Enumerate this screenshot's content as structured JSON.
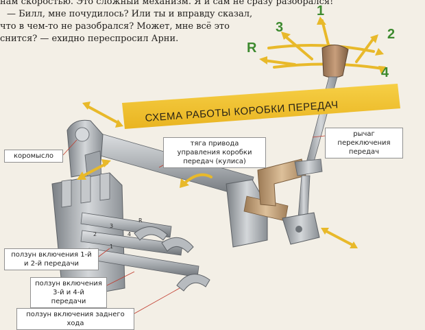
{
  "story": {
    "lines": [
      "нам скоростью. Это сложный механизм. Я и сам не сразу разобрался!",
      "— Билл, мне почудилось? Или ты и вправду сказал,",
      "что в чем-то не разобрался? Может, мне всё это",
      "снится? — ехидно переспросил Арни."
    ]
  },
  "banner": {
    "title": "СХЕМА РАБОТЫ КОРОБКИ ПЕРЕДАЧ"
  },
  "gear_pattern": {
    "labels": [
      "R",
      "3",
      "1",
      "2",
      "4"
    ],
    "color": "#3d8a2f"
  },
  "slider_markings": {
    "gear_3": "3",
    "gear_1": "1",
    "gear_2": "2",
    "gear_4": "4",
    "reverse": "R"
  },
  "callouts": {
    "rocker": "коромысло",
    "rod": "тяга привода управления коробки передач (кулиса)",
    "lever": "рычаг переключения передач",
    "slider_12": "ползун включения 1-й и 2-й передачи",
    "slider_34": "ползун включения 3-й и 4-й передачи",
    "slider_r": "ползун включения заднего хода"
  },
  "colors": {
    "banner": "#f2c230",
    "arrows": "#e8b92a",
    "metal": "#a9adb1",
    "brass": "#c9a57a"
  }
}
